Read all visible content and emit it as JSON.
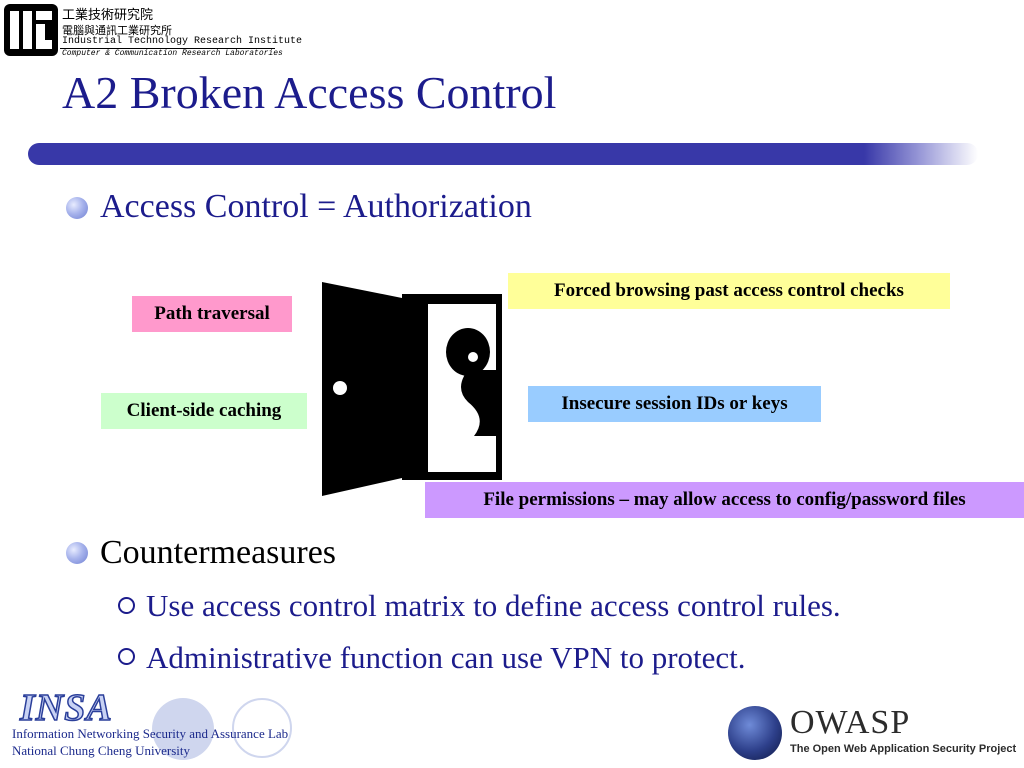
{
  "header": {
    "org_zh": "工業技術研究院",
    "lab_zh": "電腦與通訊工業研究所",
    "org_en": "Industrial Technology Research Institute",
    "lab_en": "Computer & Communication Research Laboratories"
  },
  "slide": {
    "title": "A2 Broken Access Control",
    "bullet1": "Access Control = Authorization",
    "bullet2": "Countermeasures",
    "sub_bullets": [
      "Use access control matrix to define access control rules.",
      "Administrative function can use VPN to protect."
    ]
  },
  "labels": {
    "forced_browsing": "Forced browsing past access control checks",
    "path_traversal": "Path traversal",
    "client_caching": "Client-side caching",
    "insecure_session": "Insecure session IDs or keys",
    "file_permissions": "File permissions – may allow access to config/password files"
  },
  "footer": {
    "insa_logo": "INSA",
    "lab_name": "Information Networking Security and Assurance Lab",
    "university": "National Chung Cheng University",
    "owasp_name": "OWASP",
    "owasp_tagline": "The Open Web Application Security Project"
  },
  "colors": {
    "title": "#1c1c8c",
    "forced_browsing_bg": "#ffff99",
    "path_traversal_bg": "#ff99cc",
    "client_caching_bg": "#ccffcc",
    "insecure_session_bg": "#99ccff",
    "file_permissions_bg": "#cc99ff"
  }
}
